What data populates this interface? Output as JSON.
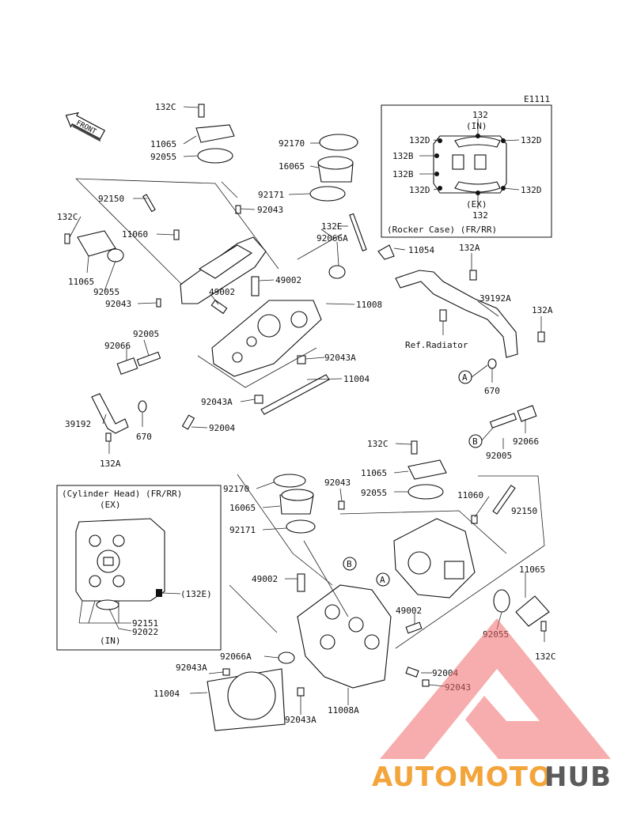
{
  "diagram_code": "E1111",
  "front_arrow": "FRONT",
  "labels": {
    "l132C_a": "132C",
    "l11065_a": "11065",
    "l92055_a": "92055",
    "l92170_a": "92170",
    "l16065_a": "16065",
    "l92171_a": "92171",
    "l92150_a": "92150",
    "l92043_a": "92043",
    "l132C_b": "132C",
    "l11060_a": "11060",
    "l11065_b": "11065",
    "l92055_b": "92055",
    "l92043_b": "92043",
    "l132E_a": "132E",
    "l92066A_a": "92066A",
    "l11054": "11054",
    "l49002_a": "49002",
    "l49002_b": "49002",
    "l11008": "11008",
    "l92005_a": "92005",
    "l92066_a": "92066",
    "l92043A_a": "92043A",
    "l11004_a": "11004",
    "l92043A_b": "92043A",
    "l39192": "39192",
    "l670_a": "670",
    "l92004_a": "92004",
    "l132A_a": "132A",
    "l132A_b": "132A",
    "l39192A": "39192A",
    "l132A_c": "132A",
    "l_refrad": "Ref.Radiator",
    "l670_b": "670",
    "l92005_b": "92005",
    "l92066_b": "92066",
    "l132C_c": "132C",
    "l11065_c": "11065",
    "l92055_c": "92055",
    "l92043_c": "92043",
    "l11060_b": "11060",
    "l92150_b": "92150",
    "l92170_b": "92170",
    "l16065_b": "16065",
    "l92171_b": "92171",
    "l49002_c": "49002",
    "l49002_d": "49002",
    "l11065_d": "11065",
    "l92055_d": "92055",
    "l132C_d": "132C",
    "l92066A_b": "92066A",
    "l92004_b": "92004",
    "l92043_d": "92043",
    "l92043A_c": "92043A",
    "l11004_b": "11004",
    "l11008A": "11008A",
    "l92043A_d": "92043A",
    "circle_A1": "A",
    "circle_B1": "B",
    "circle_A2": "A",
    "circle_B2": "B"
  },
  "rocker_case_box": {
    "caption": "(Rocker Case) (FR/RR)",
    "in": "(IN)",
    "ex": "(EX)",
    "top_132": "132",
    "bottom_132": "132",
    "left_132D_1": "132D",
    "left_132B_1": "132B",
    "left_132B_2": "132B",
    "left_132D_2": "132D",
    "right_132D_1": "132D",
    "right_132D_2": "132D"
  },
  "cylinder_head_box": {
    "caption": "(Cylinder Head) (FR/RR)",
    "ex": "(EX)",
    "in": "(IN)",
    "l132E": "(132E)",
    "l92151": "92151",
    "l92022": "92022"
  },
  "watermark": {
    "text_a": "AUTOMOTO",
    "text_b": "HUB"
  }
}
